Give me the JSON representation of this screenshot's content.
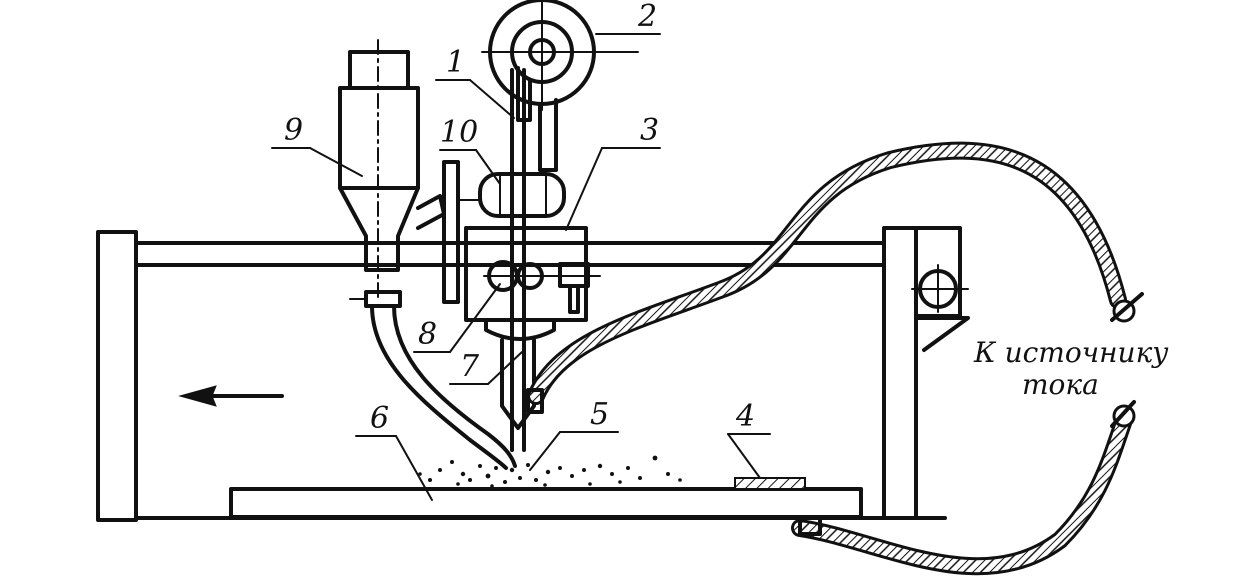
{
  "labels": {
    "l1": "1",
    "l2": "2",
    "l3": "3",
    "l4": "4",
    "l5": "5",
    "l6": "6",
    "l7": "7",
    "l8": "8",
    "l9": "9",
    "l10": "10"
  },
  "source_label": {
    "line1": "К источнику",
    "line2": "тока"
  }
}
